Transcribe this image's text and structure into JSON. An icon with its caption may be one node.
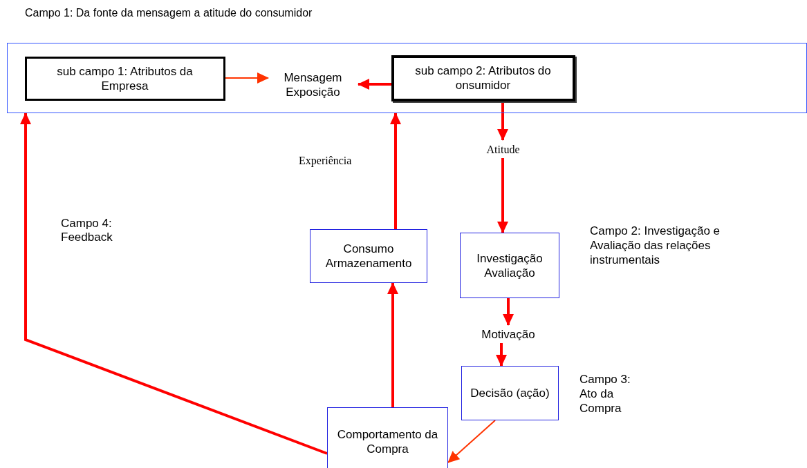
{
  "diagram": {
    "title": "Campo 1: Da fonte da mensagem a atitude do consumidor",
    "nodes": [
      {
        "text": [],
        "shape": "box"
      },
      {
        "text": [
          "sub campo 1: Atributos da Empresa"
        ],
        "in": 0
      },
      {
        "text": [
          "Mensagem Exposição"
        ],
        "in": 0
      },
      {
        "text": [
          "sub campo 2: Atributos do onsumidor"
        ],
        "in": 0
      },
      {
        "text": [
          "Atitude"
        ]
      },
      {
        "text": [
          "Consumo Armazenamento"
        ]
      },
      {
        "text": [
          "Investigação Avaliação"
        ],
        "beside": [
          "Campo 2: Investigação e Avaliação das relações instrumentais"
        ]
      },
      {
        "text": [
          "Motivação"
        ]
      },
      {
        "text": [
          "Decisão (ação)"
        ],
        "beside": [
          "Campo 3: Ato da Compra"
        ]
      },
      {
        "text": [
          "Comportamento da Compra"
        ]
      }
    ],
    "edges": [
      {
        "from": 1,
        "to": 2,
        "arrow": "to",
        "color": "#ff3300"
      },
      {
        "from": 3,
        "to": 2,
        "arrow": "to"
      },
      {
        "from": 3,
        "to": 4,
        "arrow": "to"
      },
      {
        "from": 4,
        "to": 6,
        "arrow": "to"
      },
      {
        "from": 6,
        "to": 7,
        "arrow": "to"
      },
      {
        "from": 7,
        "to": 8,
        "arrow": "to"
      },
      {
        "from": 9,
        "to": 5,
        "arrow": "to"
      },
      {
        "from": 5,
        "to": 0,
        "arrow": "to",
        "label": "Experiência"
      },
      {
        "from": 8,
        "to": 9,
        "arrow": "to",
        "color": "#ff3300"
      },
      {
        "from": 9,
        "to": 0,
        "arrow": "to"
      }
    ],
    "labels": [
      "Campo 4: Feedback"
    ]
  }
}
